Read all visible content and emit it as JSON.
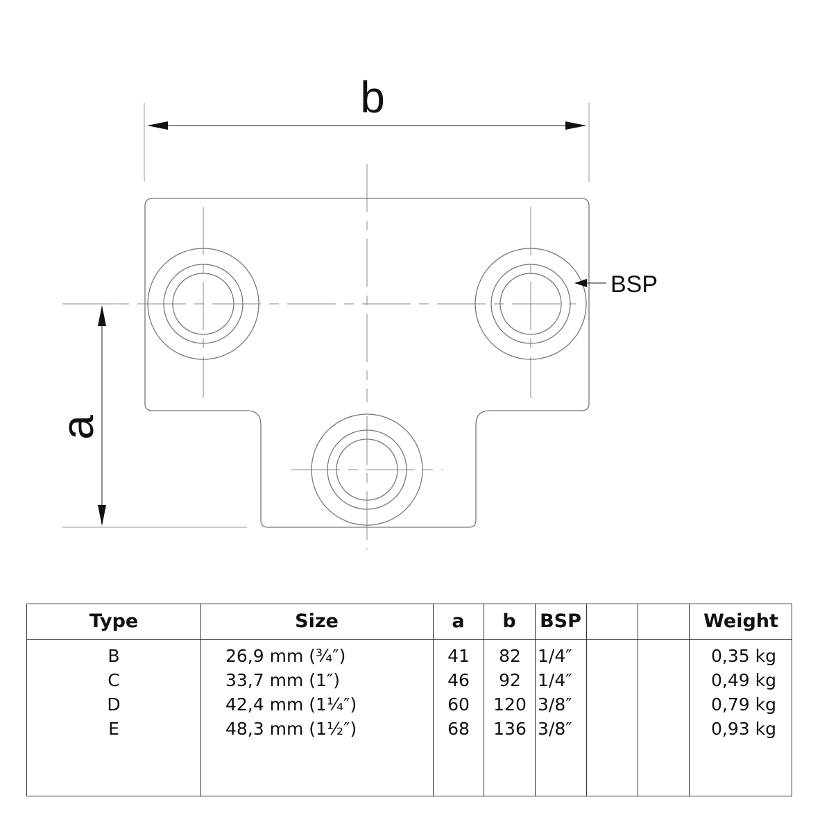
{
  "drawing": {
    "dim_b_label": "b",
    "dim_a_label": "a",
    "bsp_label": "BSP"
  },
  "table": {
    "headers": {
      "type": "Type",
      "size": "Size",
      "a": "a",
      "b": "b",
      "bsp": "BSP",
      "blank1": "",
      "blank2": "",
      "weight": "Weight"
    },
    "rows": [
      {
        "type": "B",
        "size": "26,9 mm (¾″)",
        "a": "41",
        "b": "82",
        "bsp": "1/4″",
        "weight": "0,35 kg"
      },
      {
        "type": "C",
        "size": "33,7 mm (1″)",
        "a": "46",
        "b": "92",
        "bsp": "1/4″",
        "weight": "0,49 kg"
      },
      {
        "type": "D",
        "size": "42,4 mm (1¼″)",
        "a": "60",
        "b": "120",
        "bsp": "3/8″",
        "weight": "0,79 kg"
      },
      {
        "type": "E",
        "size": "48,3 mm (1½″)",
        "a": "68",
        "b": "136",
        "bsp": "3/8″",
        "weight": "0,93 kg"
      }
    ]
  }
}
